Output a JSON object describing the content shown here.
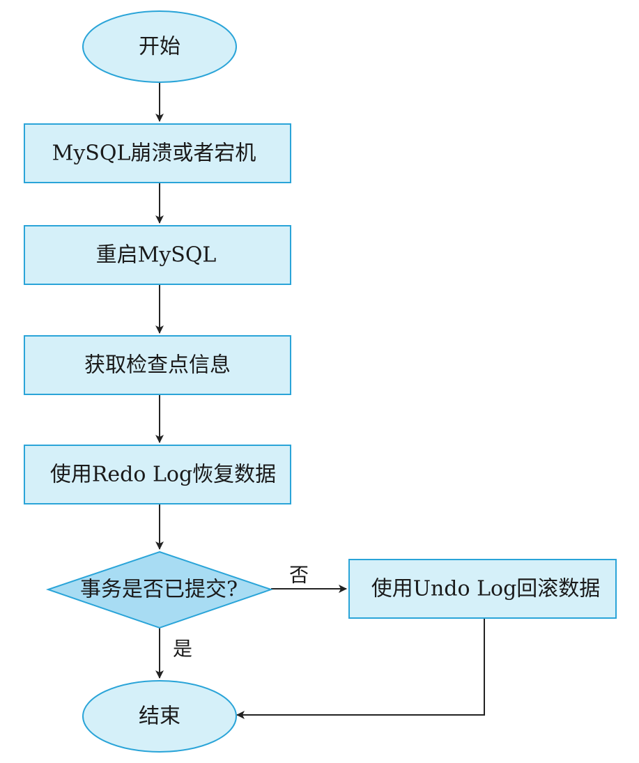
{
  "colors": {
    "node_fill": "#d5f0f9",
    "decision_fill": "#a8dcf3",
    "node_stroke": "#2aa4d8",
    "edge": "#222222"
  },
  "nodes": {
    "start": "开始",
    "crash": "MySQL崩溃或者宕机",
    "restart": "重启MySQL",
    "checkpoint": "获取检查点信息",
    "redo": "使用Redo Log恢复数据",
    "decision": "事务是否已提交?",
    "undo": "使用Undo Log回滚数据",
    "end": "结束"
  },
  "edges": {
    "no_label": "否",
    "yes_label": "是"
  }
}
